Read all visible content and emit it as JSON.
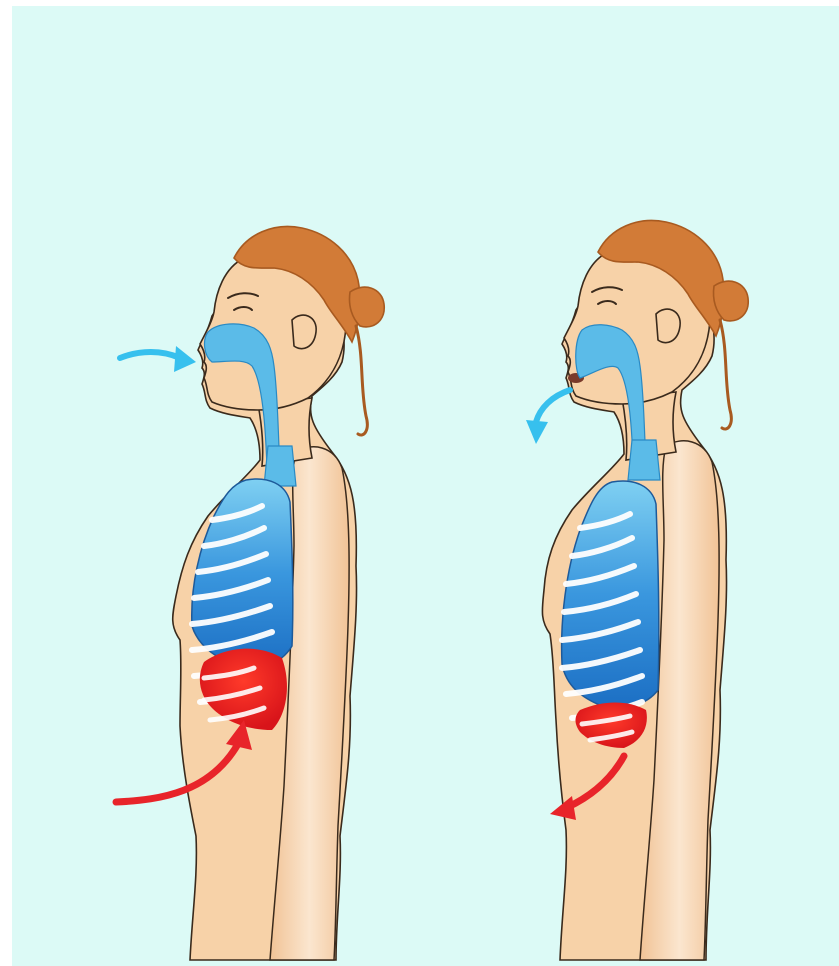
{
  "illustration": {
    "background_color": "#dcfaf6",
    "skin_color": "#f7d2a8",
    "skin_shadow_color": "#e9b98c",
    "hair_color": "#d27b37",
    "hair_shadow_color": "#a85a20",
    "outline_color": "#3a2a1c",
    "airway_color": "#5bbbe8",
    "lung_color": "#2b86d6",
    "diaphragm_color": "#ee1b1b",
    "air_arrow_color": "#37c0ee",
    "belly_arrow_color": "#e8242a",
    "figures": [
      {
        "phase": "inhale",
        "air_arrow": "air-in-toward-nose",
        "belly_arrow": "belly-expanding-inward-up"
      },
      {
        "phase": "exhale",
        "air_arrow": "air-out-from-mouth",
        "belly_arrow": "belly-contracting-outward-down"
      }
    ]
  }
}
